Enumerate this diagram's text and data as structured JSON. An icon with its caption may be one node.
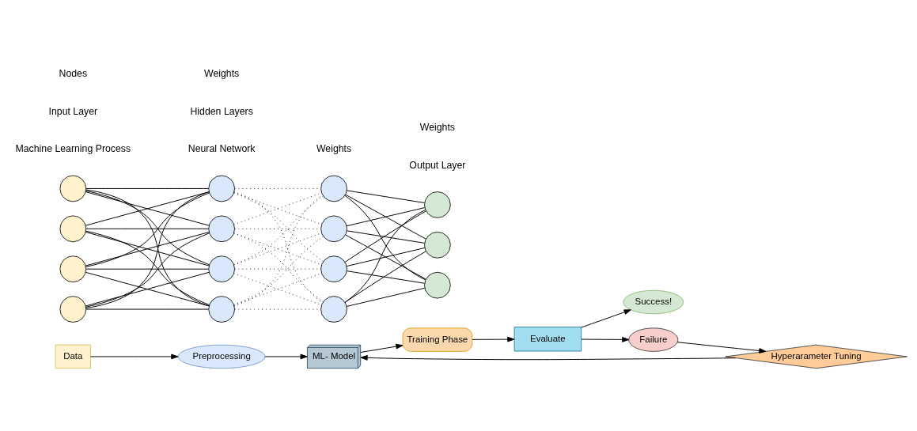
{
  "diagram": {
    "nodes": [
      {
        "text": [
          "Data"
        ]
      },
      {
        "text": [
          "Preprocessing"
        ]
      },
      {
        "text": [
          "ML- Model"
        ]
      },
      {
        "text": [
          "Training Phase"
        ]
      },
      {
        "text": [
          "Evaluate"
        ]
      },
      {
        "text": [
          "Success!"
        ]
      },
      {
        "text": [
          "Failure"
        ]
      },
      {
        "text": [
          "Hyperarameter Tuning"
        ]
      },
      {
        "text": [],
        "shape": "circle"
      },
      {
        "text": [],
        "shape": "circle"
      },
      {
        "text": [],
        "shape": "circle"
      },
      {
        "text": [],
        "shape": "circle"
      },
      {
        "text": [],
        "shape": "circle"
      },
      {
        "text": [],
        "shape": "circle"
      },
      {
        "text": [],
        "shape": "circle"
      },
      {
        "text": [],
        "shape": "circle"
      },
      {
        "text": [],
        "shape": "circle"
      },
      {
        "text": [],
        "shape": "circle"
      },
      {
        "text": [],
        "shape": "circle"
      },
      {
        "text": [],
        "shape": "circle"
      },
      {
        "text": [],
        "shape": "circle"
      },
      {
        "text": [],
        "shape": "circle"
      },
      {
        "text": [],
        "shape": "circle"
      }
    ],
    "edges": [
      {
        "from": 0,
        "to": 1,
        "arrow": "to"
      },
      {
        "from": 1,
        "to": 2,
        "arrow": "to"
      },
      {
        "from": 2,
        "to": 3,
        "arrow": "to"
      },
      {
        "from": 3,
        "to": 4,
        "arrow": "to"
      },
      {
        "from": 4,
        "to": 5,
        "arrow": "to"
      },
      {
        "from": 4,
        "to": 6,
        "arrow": "to"
      },
      {
        "from": 6,
        "to": 7,
        "arrow": "to"
      },
      {
        "from": 7,
        "to": 2,
        "arrow": "to"
      },
      {
        "from": 8,
        "to": 12,
        "arrow": "none"
      },
      {
        "from": 8,
        "to": 13,
        "arrow": "none"
      },
      {
        "from": 8,
        "to": 14,
        "arrow": "none"
      },
      {
        "from": 8,
        "to": 15,
        "arrow": "none"
      },
      {
        "from": 9,
        "to": 12,
        "arrow": "none"
      },
      {
        "from": 9,
        "to": 13,
        "arrow": "none"
      },
      {
        "from": 9,
        "to": 14,
        "arrow": "none"
      },
      {
        "from": 9,
        "to": 15,
        "arrow": "none"
      },
      {
        "from": 10,
        "to": 12,
        "arrow": "none"
      },
      {
        "from": 10,
        "to": 13,
        "arrow": "none"
      },
      {
        "from": 10,
        "to": 14,
        "arrow": "none"
      },
      {
        "from": 10,
        "to": 15,
        "arrow": "none"
      },
      {
        "from": 11,
        "to": 12,
        "arrow": "none"
      },
      {
        "from": 11,
        "to": 13,
        "arrow": "none"
      },
      {
        "from": 11,
        "to": 14,
        "arrow": "none"
      },
      {
        "from": 11,
        "to": 15,
        "arrow": "none"
      },
      {
        "from": 12,
        "to": 16,
        "arrow": "none",
        "style": "dashed"
      },
      {
        "from": 12,
        "to": 17,
        "arrow": "none",
        "style": "dashed"
      },
      {
        "from": 12,
        "to": 18,
        "arrow": "none",
        "style": "dashed"
      },
      {
        "from": 12,
        "to": 19,
        "arrow": "none",
        "style": "dashed"
      },
      {
        "from": 13,
        "to": 16,
        "arrow": "none",
        "style": "dashed"
      },
      {
        "from": 13,
        "to": 17,
        "arrow": "none",
        "style": "dashed"
      },
      {
        "from": 13,
        "to": 18,
        "arrow": "none",
        "style": "dashed"
      },
      {
        "from": 13,
        "to": 19,
        "arrow": "none",
        "style": "dashed"
      },
      {
        "from": 14,
        "to": 16,
        "arrow": "none",
        "style": "dashed"
      },
      {
        "from": 14,
        "to": 17,
        "arrow": "none",
        "style": "dashed"
      },
      {
        "from": 14,
        "to": 18,
        "arrow": "none",
        "style": "dashed"
      },
      {
        "from": 14,
        "to": 19,
        "arrow": "none",
        "style": "dashed"
      },
      {
        "from": 15,
        "to": 16,
        "arrow": "none",
        "style": "dashed"
      },
      {
        "from": 15,
        "to": 17,
        "arrow": "none",
        "style": "dashed"
      },
      {
        "from": 15,
        "to": 18,
        "arrow": "none",
        "style": "dashed"
      },
      {
        "from": 15,
        "to": 19,
        "arrow": "none",
        "style": "dashed"
      },
      {
        "from": 16,
        "to": 20,
        "arrow": "none"
      },
      {
        "from": 16,
        "to": 21,
        "arrow": "none"
      },
      {
        "from": 16,
        "to": 22,
        "arrow": "none"
      },
      {
        "from": 17,
        "to": 20,
        "arrow": "none"
      },
      {
        "from": 17,
        "to": 21,
        "arrow": "none"
      },
      {
        "from": 17,
        "to": 22,
        "arrow": "none"
      },
      {
        "from": 18,
        "to": 20,
        "arrow": "none"
      },
      {
        "from": 18,
        "to": 21,
        "arrow": "none"
      },
      {
        "from": 18,
        "to": 22,
        "arrow": "none"
      },
      {
        "from": 19,
        "to": 20,
        "arrow": "none"
      },
      {
        "from": 19,
        "to": 21,
        "arrow": "none"
      },
      {
        "from": 19,
        "to": 22,
        "arrow": "none"
      }
    ],
    "labels": [
      "Machine Learning Process",
      "Neural Network",
      "Input Layer",
      "Hidden Layers",
      "Output Layer",
      "Nodes",
      "Weights",
      "Weights",
      "Weights"
    ]
  }
}
